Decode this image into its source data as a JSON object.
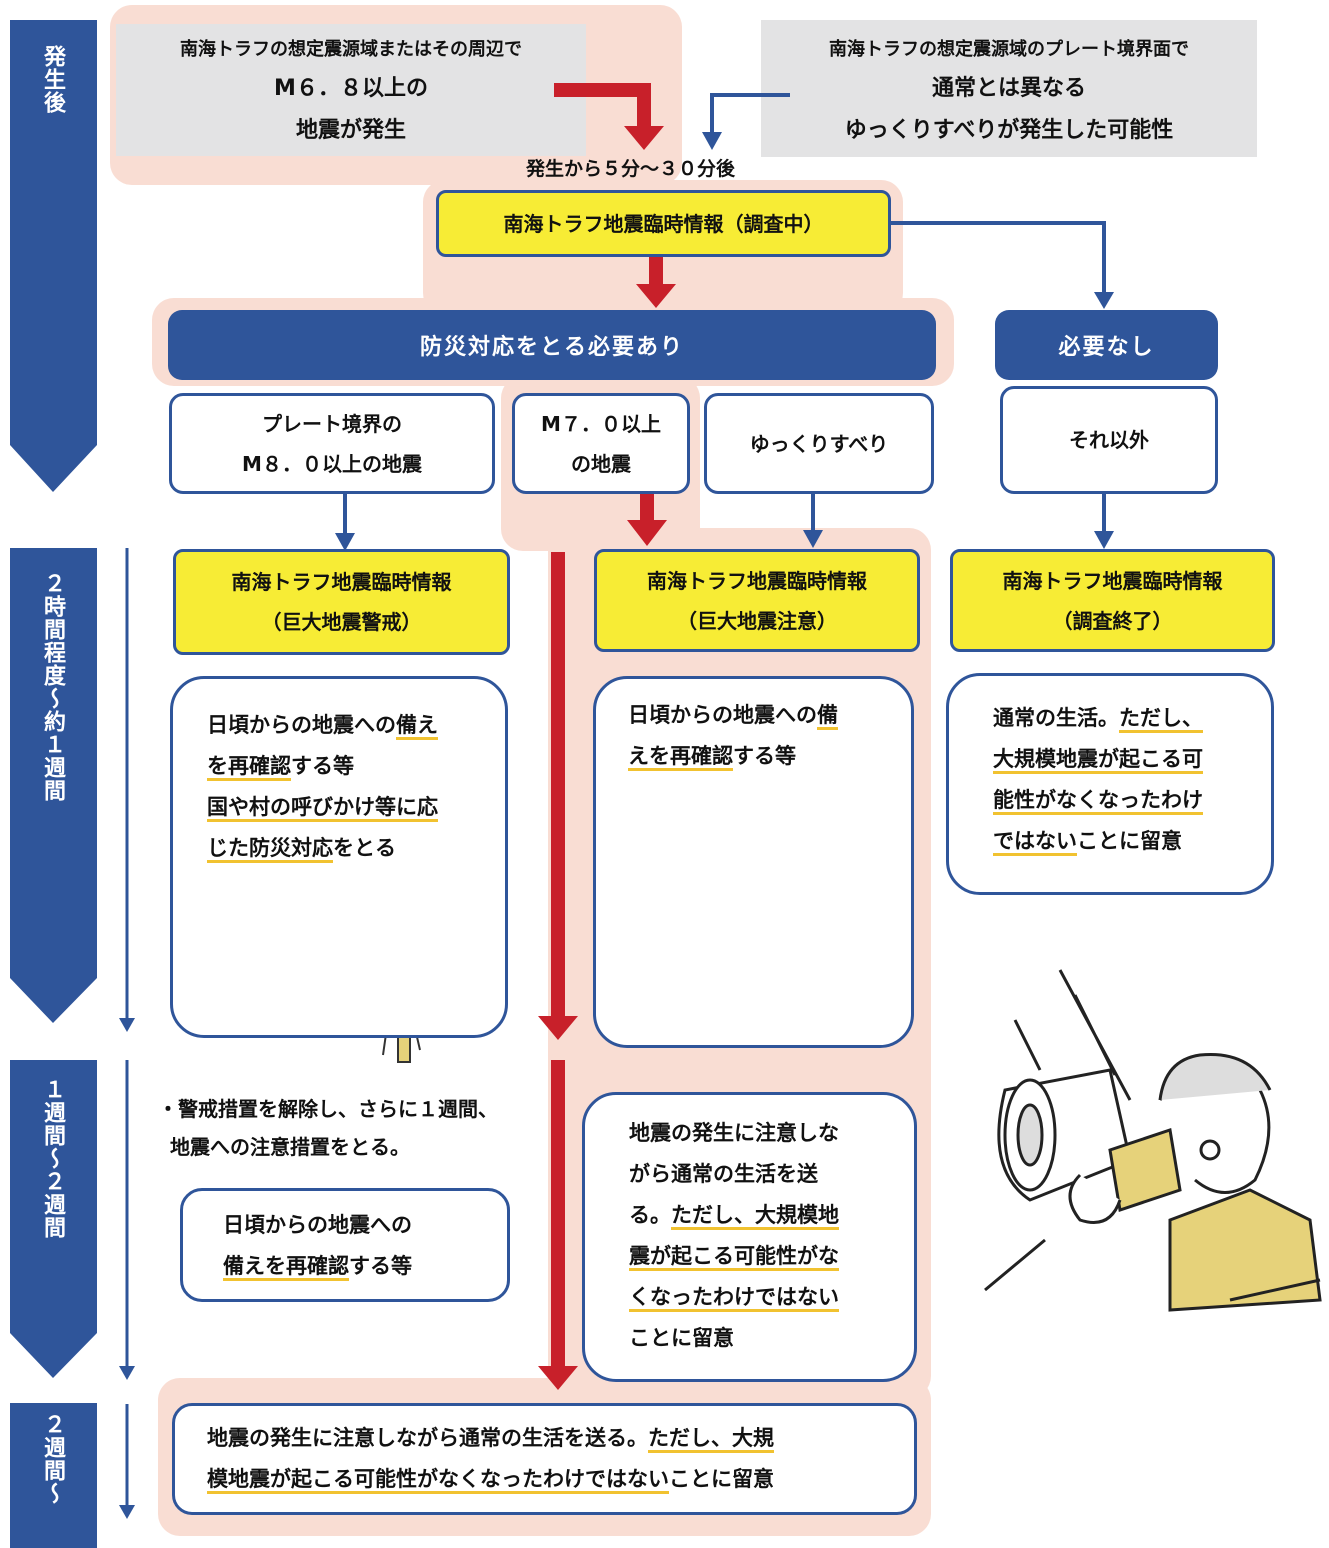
{
  "stages": [
    {
      "label": "発生後"
    },
    {
      "label": "２時間程度〜約１週間"
    },
    {
      "label": "１週間〜２週間"
    },
    {
      "label": "２週間〜"
    }
  ],
  "triggers": {
    "left": {
      "line1": "南海トラフの想定震源域またはその周辺で",
      "line2": "M６．８以上の",
      "line3": "地震が発生"
    },
    "right": {
      "line1": "南海トラフの想定震源域のプレート境界面で",
      "line2": "通常とは異なる",
      "line3": "ゆっくりすべりが発生した可能性"
    }
  },
  "timing_label": "発生から５分〜３０分後",
  "investigating": "南海トラフ地震臨時情報（調査中）",
  "needed": "防災対応をとる必要あり",
  "not_needed": "必要なし",
  "conditions": {
    "plate_line1": "プレート境界の",
    "plate_line2": "M８．０以上の地震",
    "m7_line1": "M７．０以上",
    "m7_line2": "の地震",
    "slow_slip": "ゆっくりすべり",
    "other": "それ以外"
  },
  "info_boxes": {
    "warning": {
      "line1": "南海トラフ地震臨時情報",
      "line2": "（巨大地震警戒）"
    },
    "caution": {
      "line1": "南海トラフ地震臨時情報",
      "line2": "（巨大地震注意）"
    },
    "ended": {
      "line1": "南海トラフ地震臨時情報",
      "line2": "（調査終了）"
    }
  },
  "actions": {
    "warning": {
      "l1a": "日頃からの地震への",
      "l1b": "備え",
      "l2a": "を再確認",
      "l2b": "する等",
      "l3": "国や村の呼びかけ等に応",
      "l4a": "じた防災対応",
      "l4b": "をとる"
    },
    "caution": {
      "l1a": "日頃からの地震への",
      "l1b": "備",
      "l2a": "えを再確認",
      "l2b": "する等"
    },
    "ended": {
      "l1a": "通常の生活。",
      "l1b": "ただし、",
      "l2": "大規模地震が起こる可",
      "l3": "能性がなくなったわけ",
      "l4a": "ではない",
      "l4b": "ことに留意"
    },
    "week2_note_line1": "・警戒措置を解除し、さらに１週間、",
    "week2_note_line2": "地震への注意措置をとる。",
    "week2_box": {
      "l1": "日頃からの地震への",
      "l2a": "備えを再確認",
      "l2b": "する等"
    },
    "week2_caution": {
      "l1": "地震の発生に注意しな",
      "l2": "がら通常の生活を送",
      "l3a": "る。",
      "l3b": "ただし、大規模地",
      "l4": "震が起こる可能性がな",
      "l5": "くなったわけではない",
      "l6": "ことに留意"
    },
    "final": {
      "l1a": "地震の発生に注意しながら通常の生活を送る。",
      "l1b": "ただし、大規",
      "l2a": "模地震が起こる可能性がなくなったわけではない",
      "l2b": "ことに留意"
    }
  },
  "colors": {
    "navy": "#2f559a",
    "red": "#c8202a",
    "yellow": "#f7ec35",
    "pink": "#f9ddd3",
    "gray": "#e3e3e4",
    "underline": "#f1c230"
  }
}
